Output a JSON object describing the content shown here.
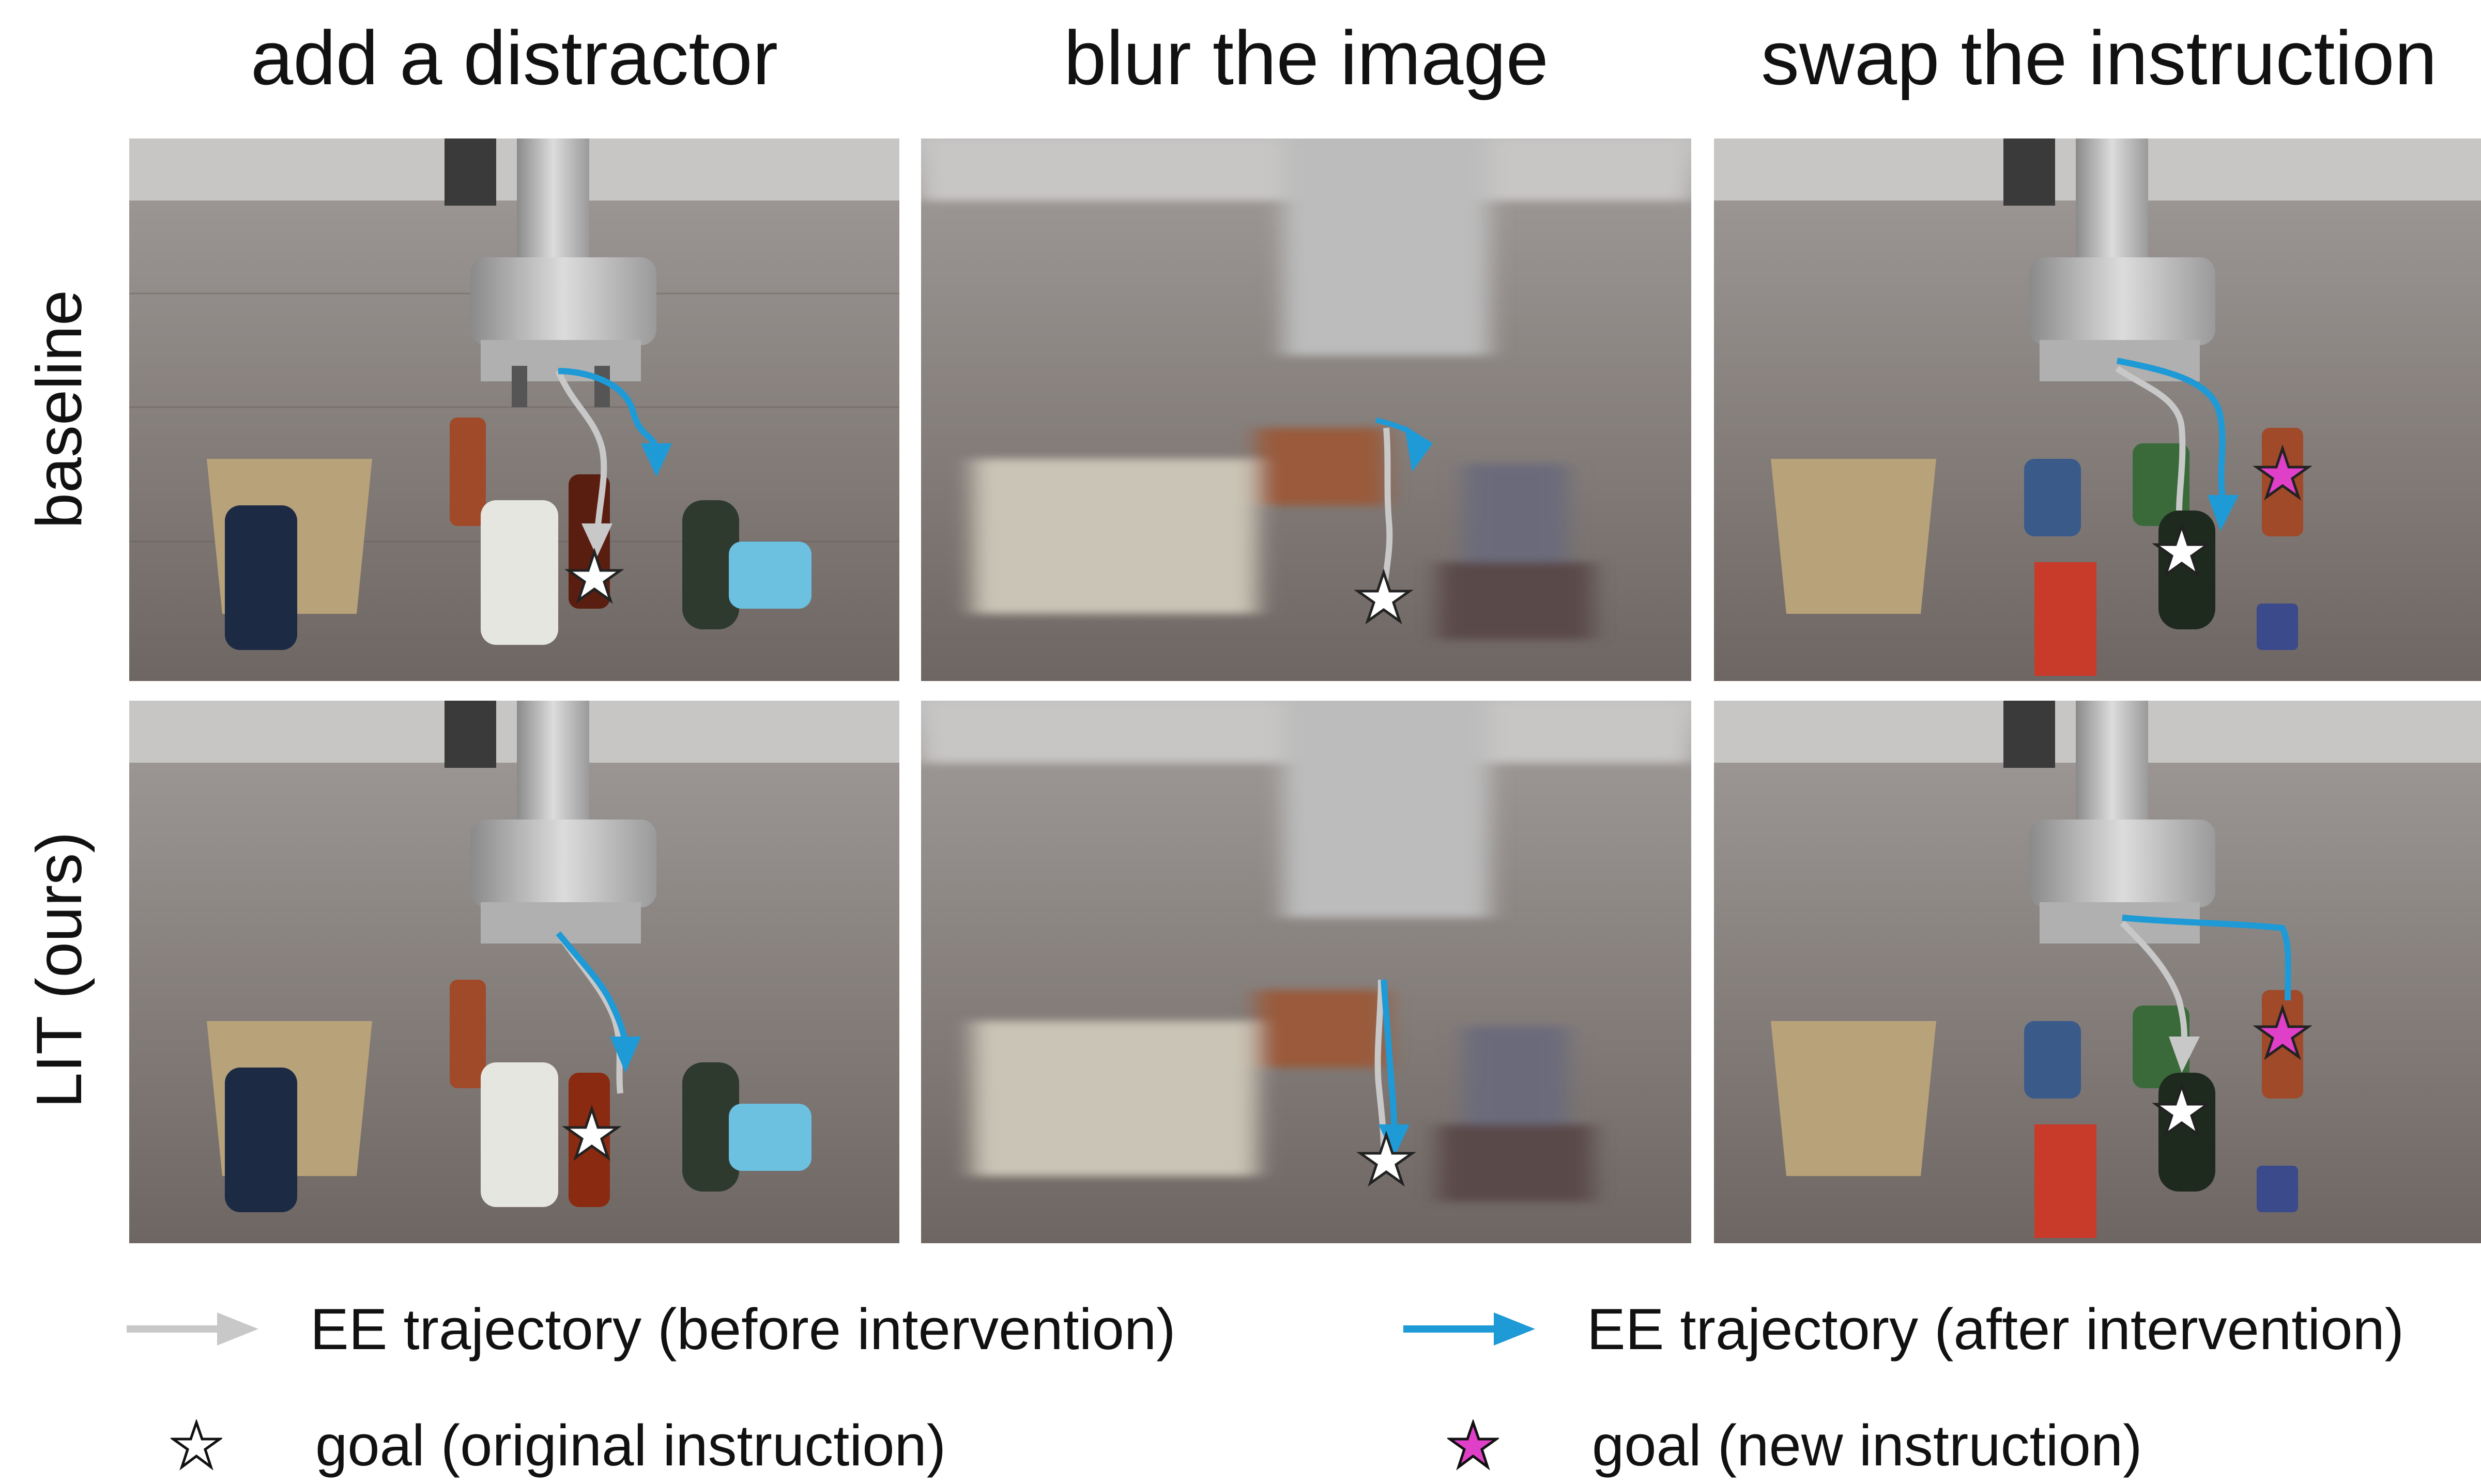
{
  "columns": [
    "add a distractor",
    "blur the image",
    "swap the instruction"
  ],
  "rows": [
    "baseline",
    "LIT (ours)"
  ],
  "legend": {
    "before": "EE trajectory (before intervention)",
    "after": "EE trajectory (after intervention)",
    "goal_original": "goal (original instruction)",
    "goal_new": "goal (new instruction)"
  },
  "colors": {
    "trajectory_before": "#c8c8c8",
    "trajectory_after": "#1e9ad6",
    "goal_original_fill": "#ffffff",
    "goal_new_fill": "#e040c8"
  },
  "icons": {
    "before_arrow": "arrow-right-icon",
    "after_arrow": "arrow-right-icon",
    "goal_original": "star-outline-icon",
    "goal_new": "star-filled-icon"
  }
}
